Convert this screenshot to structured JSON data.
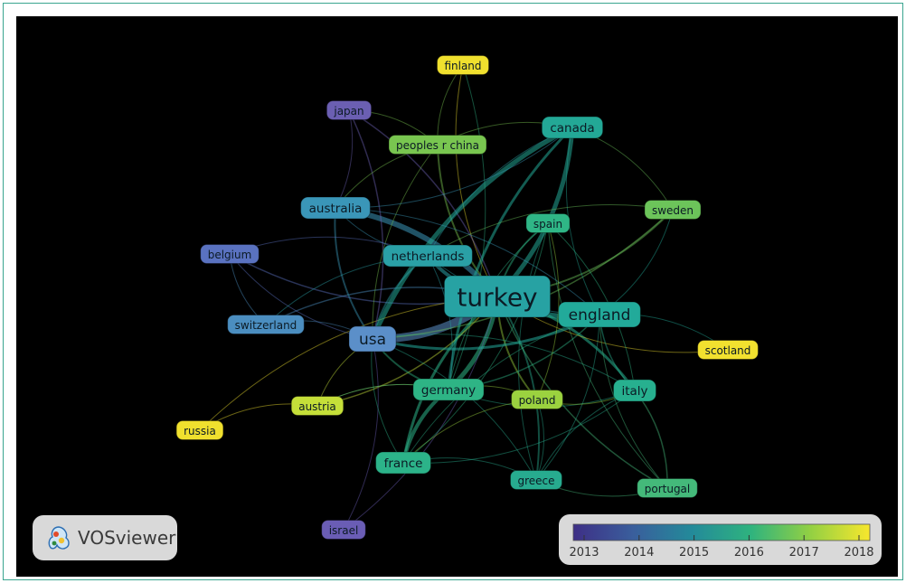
{
  "app": {
    "name": "VOSviewer"
  },
  "legend": {
    "years": [
      "2013",
      "2014",
      "2015",
      "2016",
      "2017",
      "2018"
    ]
  },
  "colors": {
    "background": "#000000",
    "scale": [
      "#4a3e8f",
      "#3b7aab",
      "#21a09a",
      "#3fc07d",
      "#a5d64a",
      "#f6e834"
    ]
  },
  "nodes": [
    {
      "id": "turkey",
      "label": "turkey",
      "color": "#27a2a3",
      "size": "xl"
    },
    {
      "id": "usa",
      "label": "usa",
      "color": "#5b8fc9",
      "size": "l"
    },
    {
      "id": "england",
      "label": "england",
      "color": "#22aa9a",
      "size": "l"
    },
    {
      "id": "germany",
      "label": "germany",
      "color": "#2eb485",
      "size": "m"
    },
    {
      "id": "canada",
      "label": "canada",
      "color": "#23a896",
      "size": "m"
    },
    {
      "id": "netherlands",
      "label": "netherlands",
      "color": "#2aa0a6",
      "size": "m"
    },
    {
      "id": "australia",
      "label": "australia",
      "color": "#3a96b8",
      "size": "m"
    },
    {
      "id": "italy",
      "label": "italy",
      "color": "#27b08f",
      "size": "m"
    },
    {
      "id": "france",
      "label": "france",
      "color": "#2cb389",
      "size": "m"
    },
    {
      "id": "spain",
      "label": "spain",
      "color": "#2fb686",
      "size": "s"
    },
    {
      "id": "sweden",
      "label": "sweden",
      "color": "#6cc45a",
      "size": "s"
    },
    {
      "id": "peoples r china",
      "label": "peoples r china",
      "color": "#79c650",
      "size": "s"
    },
    {
      "id": "poland",
      "label": "poland",
      "color": "#9bd23f",
      "size": "s"
    },
    {
      "id": "greece",
      "label": "greece",
      "color": "#27ab8f",
      "size": "s"
    },
    {
      "id": "portugal",
      "label": "portugal",
      "color": "#44b97a",
      "size": "s"
    },
    {
      "id": "austria",
      "label": "austria",
      "color": "#c5df39",
      "size": "s"
    },
    {
      "id": "scotland",
      "label": "scotland",
      "color": "#f2e12f",
      "size": "s"
    },
    {
      "id": "russia",
      "label": "russia",
      "color": "#f0e02e",
      "size": "s"
    },
    {
      "id": "finland",
      "label": "finland",
      "color": "#f0e02e",
      "size": "s"
    },
    {
      "id": "japan",
      "label": "japan",
      "color": "#6b5fb2",
      "size": "s"
    },
    {
      "id": "belgium",
      "label": "belgium",
      "color": "#5a72c0",
      "size": "s"
    },
    {
      "id": "switzerland",
      "label": "switzerland",
      "color": "#4b8ec0",
      "size": "s"
    },
    {
      "id": "israel",
      "label": "israel",
      "color": "#6a5db5",
      "size": "s"
    }
  ],
  "links": [
    [
      "turkey",
      "usa",
      9
    ],
    [
      "turkey",
      "england",
      6
    ],
    [
      "turkey",
      "germany",
      5
    ],
    [
      "turkey",
      "canada",
      5
    ],
    [
      "turkey",
      "netherlands",
      4
    ],
    [
      "turkey",
      "australia",
      6
    ],
    [
      "turkey",
      "italy",
      3
    ],
    [
      "turkey",
      "france",
      3
    ],
    [
      "turkey",
      "spain",
      2
    ],
    [
      "turkey",
      "sweden",
      2
    ],
    [
      "turkey",
      "peoples r china",
      2
    ],
    [
      "turkey",
      "poland",
      2
    ],
    [
      "turkey",
      "greece",
      2
    ],
    [
      "turkey",
      "portugal",
      1.5
    ],
    [
      "turkey",
      "austria",
      1.5
    ],
    [
      "turkey",
      "scotland",
      1
    ],
    [
      "turkey",
      "finland",
      1
    ],
    [
      "turkey",
      "japan",
      1.5
    ],
    [
      "turkey",
      "belgium",
      1.5
    ],
    [
      "turkey",
      "switzerland",
      1.5
    ],
    [
      "turkey",
      "israel",
      1
    ],
    [
      "turkey",
      "russia",
      1
    ],
    [
      "usa",
      "canada",
      5
    ],
    [
      "usa",
      "england",
      3
    ],
    [
      "usa",
      "netherlands",
      2
    ],
    [
      "usa",
      "germany",
      2
    ],
    [
      "usa",
      "australia",
      2
    ],
    [
      "usa",
      "japan",
      1.5
    ],
    [
      "usa",
      "belgium",
      1
    ],
    [
      "usa",
      "switzerland",
      1
    ],
    [
      "usa",
      "israel",
      1
    ],
    [
      "usa",
      "austria",
      1
    ],
    [
      "usa",
      "italy",
      1
    ],
    [
      "usa",
      "france",
      1
    ],
    [
      "usa",
      "peoples r china",
      1
    ],
    [
      "usa",
      "sweden",
      1.5
    ],
    [
      "usa",
      "greece",
      1
    ],
    [
      "england",
      "italy",
      1.5
    ],
    [
      "england",
      "germany",
      1.5
    ],
    [
      "england",
      "australia",
      1
    ],
    [
      "england",
      "canada",
      1
    ],
    [
      "england",
      "portugal",
      1
    ],
    [
      "england",
      "greece",
      1
    ],
    [
      "england",
      "france",
      1
    ],
    [
      "england",
      "netherlands",
      1
    ],
    [
      "germany",
      "france",
      4
    ],
    [
      "germany",
      "canada",
      3
    ],
    [
      "germany",
      "netherlands",
      1
    ],
    [
      "germany",
      "poland",
      1
    ],
    [
      "germany",
      "italy",
      1
    ],
    [
      "germany",
      "spain",
      1
    ],
    [
      "germany",
      "austria",
      1
    ],
    [
      "italy",
      "portugal",
      1.5
    ],
    [
      "italy",
      "greece",
      1
    ],
    [
      "italy",
      "poland",
      1
    ],
    [
      "italy",
      "spain",
      1
    ],
    [
      "france",
      "greece",
      1
    ],
    [
      "france",
      "italy",
      1
    ],
    [
      "france",
      "poland",
      1
    ],
    [
      "france",
      "spain",
      1
    ],
    [
      "canada",
      "australia",
      1
    ],
    [
      "canada",
      "peoples r china",
      1
    ],
    [
      "canada",
      "sweden",
      1
    ],
    [
      "canada",
      "netherlands",
      1
    ],
    [
      "netherlands",
      "australia",
      1
    ],
    [
      "netherlands",
      "belgium",
      1
    ],
    [
      "netherlands",
      "sweden",
      1
    ],
    [
      "australia",
      "japan",
      1
    ],
    [
      "australia",
      "peoples r china",
      1
    ],
    [
      "spain",
      "greece",
      1
    ],
    [
      "spain",
      "poland",
      1
    ],
    [
      "spain",
      "portugal",
      1
    ],
    [
      "poland",
      "greece",
      1
    ],
    [
      "greece",
      "portugal",
      1
    ],
    [
      "austria",
      "germany",
      1
    ],
    [
      "austria",
      "russia",
      1
    ],
    [
      "switzerland",
      "netherlands",
      1
    ],
    [
      "belgium",
      "switzerland",
      1
    ],
    [
      "japan",
      "peoples r china",
      1
    ],
    [
      "finland",
      "peoples r china",
      1
    ],
    [
      "finland",
      "germany",
      1
    ],
    [
      "scotland",
      "england",
      1
    ],
    [
      "sweden",
      "england",
      1
    ]
  ]
}
